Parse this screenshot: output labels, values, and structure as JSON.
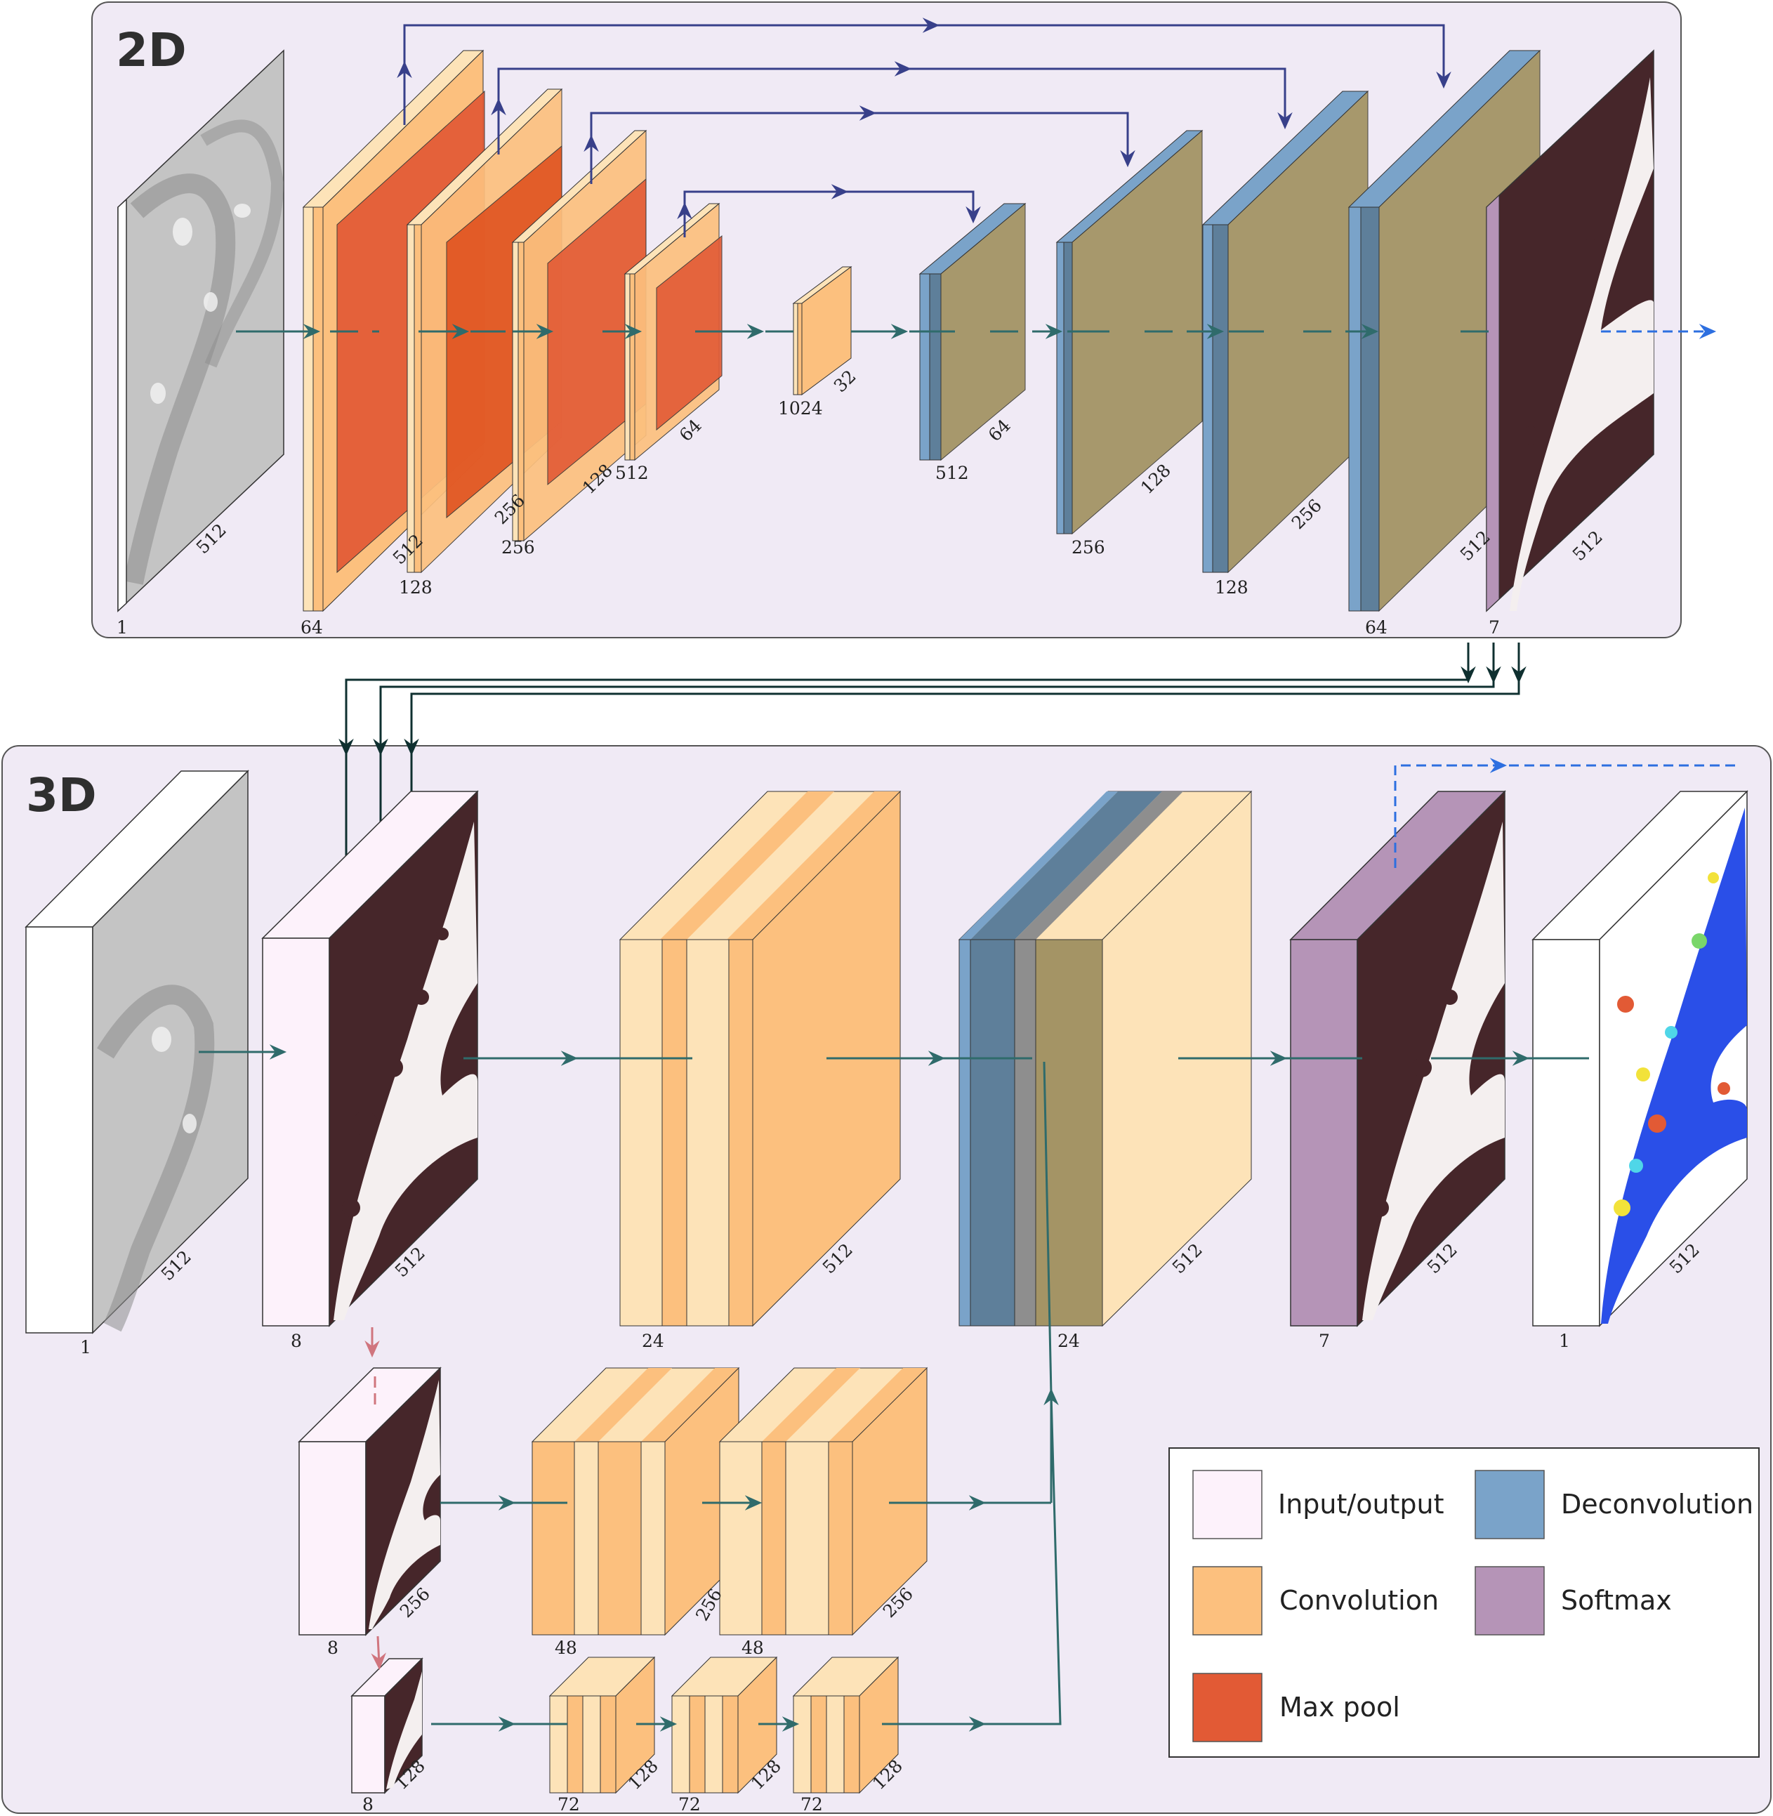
{
  "panels": {
    "top_title": "2D",
    "bottom_title": "3D"
  },
  "legend": {
    "items": [
      {
        "key": "input",
        "label": "Input/output",
        "color": "#fdf2fb"
      },
      {
        "key": "conv",
        "label": "Convolution",
        "color": "#fcc07e"
      },
      {
        "key": "pool",
        "label": "Max pool",
        "color": "#e25a35"
      },
      {
        "key": "deconv",
        "label": "Deconvolution",
        "color": "#7aa3c9"
      },
      {
        "key": "softmax",
        "label": "Softmax",
        "color": "#b594b7"
      }
    ]
  },
  "colors": {
    "panel_bg": "#f0eaf5",
    "conv_light": "#fde3b8",
    "conv": "#fcc07e",
    "pool": "#e25a35",
    "deconv": "#7aa3c9",
    "softmax": "#b594b7",
    "input": "#fdf2fb",
    "flow_arrow": "#2f6b6b",
    "skip_arrow": "#38408a",
    "pool_arrow": "#d0757e",
    "dashed_arrow": "#2d6fe0",
    "connector": "#0f3030",
    "em_gray": "#b8b8b8",
    "prob_dark": "#46262a",
    "seg_blue": "#2a4fe8"
  },
  "labels_2d": {
    "input_channels": "1",
    "input_size": "512",
    "enc1_channels": "64",
    "enc1_size": "512",
    "enc2_channels": "128",
    "enc2_size": "256",
    "enc3_channels": "256",
    "enc3_size": "128",
    "enc4_channels": "512",
    "enc4_size": "64",
    "bottleneck_channels": "1024",
    "bottleneck_size": "32",
    "dec1_channels": "512",
    "dec1_size": "64",
    "dec2_channels": "256",
    "dec2_size": "128",
    "dec3_channels": "128",
    "dec3_size": "256",
    "dec4_channels": "64",
    "dec4_size": "512",
    "out_channels": "7",
    "out_size": "512"
  },
  "labels_3d": {
    "input_channels": "1",
    "input_size": "512",
    "stack_channels": "8",
    "stack_size": "512",
    "conv_channels": "24",
    "conv_size": "512",
    "deconv_channels": "24",
    "deconv_size": "512",
    "softmax_channels": "7",
    "softmax_size": "512",
    "out_channels": "1",
    "out_size": "512",
    "down1_channels": "8",
    "down1_size": "256",
    "down1_conv1_channels": "48",
    "down1_conv1_size": "256",
    "down1_conv2_channels": "48",
    "down1_conv2_size": "256",
    "down2_channels": "8",
    "down2_size": "128",
    "down2_conv1_channels": "72",
    "down2_conv1_size": "128",
    "down2_conv2_channels": "72",
    "down2_conv2_size": "128",
    "down2_conv3_channels": "72",
    "down2_conv3_size": "128"
  }
}
